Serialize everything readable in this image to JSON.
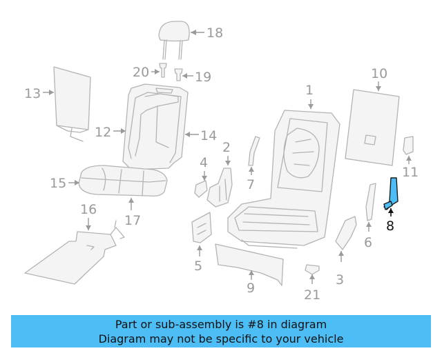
{
  "callouts": {
    "c1": "1",
    "c2": "2",
    "c3": "3",
    "c4": "4",
    "c5": "5",
    "c6": "6",
    "c7": "7",
    "c8": "8",
    "c9": "9",
    "c10": "10",
    "c11": "11",
    "c12": "12",
    "c13": "13",
    "c14": "14",
    "c15": "15",
    "c16": "16",
    "c17": "17",
    "c18": "18",
    "c19": "19",
    "c20": "20",
    "c21": "21"
  },
  "highlighted_part": "8",
  "colors": {
    "highlight": "#4dbdf5",
    "part_line": "#b3b3b3",
    "label": "#9a9a9a",
    "banner": "#4dbdf5"
  },
  "banner": {
    "line1": "Part or sub-assembly is #8 in diagram",
    "line2": "Diagram may not be specific to your vehicle"
  }
}
